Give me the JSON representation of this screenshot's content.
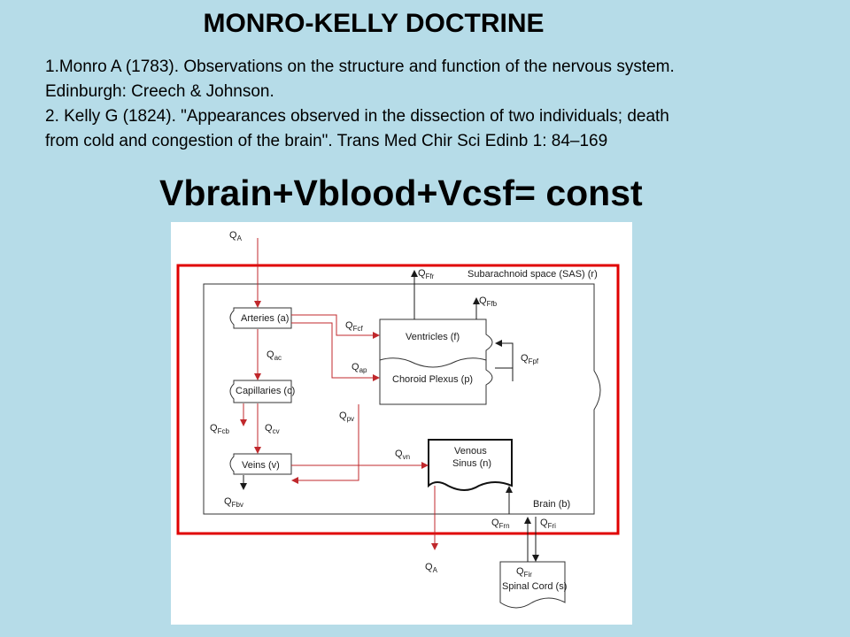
{
  "title": "MONRO-KELLY DOCTRINE",
  "references": [
    "1.Monro A (1783). Observations on the structure and function of the nervous system.",
    "Edinburgh: Creech & Johnson.",
    "2. Kelly G (1824). \"Appearances observed in the dissection of two individuals; death",
    "from cold and congestion of the brain\". Trans Med Chir Sci Edinb 1: 84–169"
  ],
  "formula": "Vbrain+Vblood+Vcsf= const",
  "diagram": {
    "compartments": {
      "arteries": "Arteries (a)",
      "capillaries": "Capillaries (c)",
      "veins": "Veins (v)",
      "ventricles": "Ventricles (f)",
      "choroid": "Choroid Plexus (p)",
      "venous_1": "Venous",
      "venous_2": "Sinus (n)",
      "sas": "Subarachnoid space (SAS) (r)",
      "brain": "Brain (b)",
      "spinal": "Spinal Cord (s)"
    },
    "flows": {
      "qa_in": {
        "q": "Q",
        "sub": "A"
      },
      "qffr": {
        "q": "Q",
        "sub": "Ffr"
      },
      "qffb": {
        "q": "Q",
        "sub": "Ffb"
      },
      "qfcf": {
        "q": "Q",
        "sub": "Fcf"
      },
      "qac": {
        "q": "Q",
        "sub": "ac"
      },
      "qap": {
        "q": "Q",
        "sub": "ap"
      },
      "qfpf": {
        "q": "Q",
        "sub": "Fpf"
      },
      "qpv": {
        "q": "Q",
        "sub": "pv"
      },
      "qfcb": {
        "q": "Q",
        "sub": "Fcb"
      },
      "qcv": {
        "q": "Q",
        "sub": "cv"
      },
      "qvn": {
        "q": "Q",
        "sub": "vn"
      },
      "qfbv": {
        "q": "Q",
        "sub": "Fbv"
      },
      "qfrn": {
        "q": "Q",
        "sub": "Frn"
      },
      "qfri": {
        "q": "Q",
        "sub": "Fri"
      },
      "qfir": {
        "q": "Q",
        "sub": "Fir"
      },
      "qa_out": {
        "q": "Q",
        "sub": "A"
      }
    }
  },
  "colors": {
    "background": "#b6dce8",
    "highlight_frame": "#e00000",
    "blood_flow": "#c0282c",
    "csf_flow": "#1a1a1a"
  }
}
